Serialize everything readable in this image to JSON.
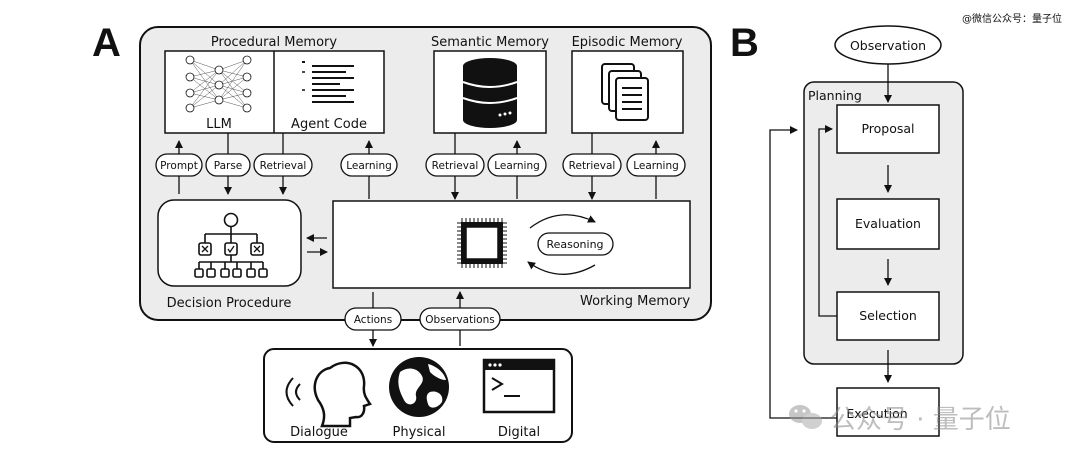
{
  "watermark_top": "@微信公众号：量子位",
  "watermark_bottom": "公众号 · 量子位",
  "panel_a": {
    "label": "A",
    "procedural_memory": "Procedural Memory",
    "semantic_memory": "Semantic Memory",
    "episodic_memory": "Episodic Memory",
    "llm": "LLM",
    "agent_code": "Agent Code",
    "decision_procedure": "Decision Procedure",
    "working_memory": "Working Memory",
    "reasoning": "Reasoning",
    "pills": {
      "prompt": "Prompt",
      "parse": "Parse",
      "retrieval_proc": "Retrieval",
      "learning_proc": "Learning",
      "retrieval_sem": "Retrieval",
      "learning_sem": "Learning",
      "retrieval_epi": "Retrieval",
      "learning_epi": "Learning",
      "actions": "Actions",
      "observations": "Observations"
    },
    "environments": {
      "dialogue": "Dialogue",
      "physical": "Physical",
      "digital": "Digital"
    }
  },
  "panel_b": {
    "label": "B",
    "observation": "Observation",
    "planning": "Planning",
    "proposal": "Proposal",
    "evaluation": "Evaluation",
    "selection": "Selection",
    "execution": "Execution"
  }
}
